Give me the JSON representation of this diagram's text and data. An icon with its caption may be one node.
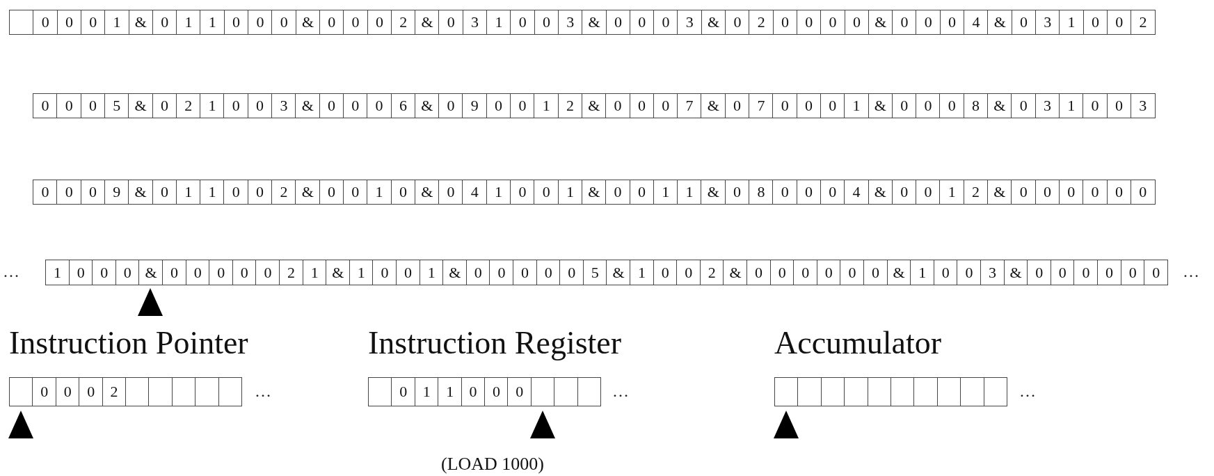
{
  "diagram": {
    "labels": [
      "0",
      "0",
      "0",
      "1",
      "&",
      "0",
      "1",
      "1",
      "0",
      "0",
      "0",
      "&",
      "0",
      "0",
      "0",
      "2",
      "&",
      "0",
      "3",
      "1",
      "0",
      "0",
      "3",
      "&",
      "0",
      "0",
      "0",
      "3",
      "&",
      "0",
      "2",
      "0",
      "0",
      "0",
      "0",
      "&",
      "0",
      "0",
      "0",
      "4",
      "&",
      "0",
      "3",
      "1",
      "0",
      "0",
      "2",
      "0",
      "0",
      "0",
      "5",
      "&",
      "0",
      "2",
      "1",
      "0",
      "0",
      "3",
      "&",
      "0",
      "0",
      "0",
      "6",
      "&",
      "0",
      "9",
      "0",
      "0",
      "1",
      "2",
      "&",
      "0",
      "0",
      "0",
      "7",
      "&",
      "0",
      "7",
      "0",
      "0",
      "0",
      "1",
      "&",
      "0",
      "0",
      "0",
      "8",
      "&",
      "0",
      "3",
      "1",
      "0",
      "0",
      "3",
      "0",
      "0",
      "0",
      "9",
      "&",
      "0",
      "1",
      "1",
      "0",
      "0",
      "2",
      "&",
      "0",
      "0",
      "1",
      "0",
      "&",
      "0",
      "4",
      "1",
      "0",
      "0",
      "1",
      "&",
      "0",
      "0",
      "1",
      "1",
      "&",
      "0",
      "8",
      "0",
      "0",
      "0",
      "4",
      "&",
      "0",
      "0",
      "1",
      "2",
      "&",
      "0",
      "0",
      "0",
      "0",
      "0",
      "0",
      "…",
      "1",
      "0",
      "0",
      "0",
      "&",
      "0",
      "0",
      "0",
      "0",
      "0",
      "2",
      "1",
      "&",
      "1",
      "0",
      "0",
      "1",
      "&",
      "0",
      "0",
      "0",
      "0",
      "0",
      "5",
      "&",
      "1",
      "0",
      "0",
      "2",
      "&",
      "0",
      "0",
      "0",
      "0",
      "0",
      "0",
      "&",
      "1",
      "0",
      "0",
      "3",
      "&",
      "0",
      "0",
      "0",
      "0",
      "0",
      "0",
      "…",
      "Instruction Pointer",
      "Instruction Register",
      "Accumulator",
      "0",
      "0",
      "0",
      "2",
      "…",
      "0",
      "1",
      "1",
      "0",
      "0",
      "0",
      "…",
      "…",
      "(LOAD 1000)"
    ]
  }
}
